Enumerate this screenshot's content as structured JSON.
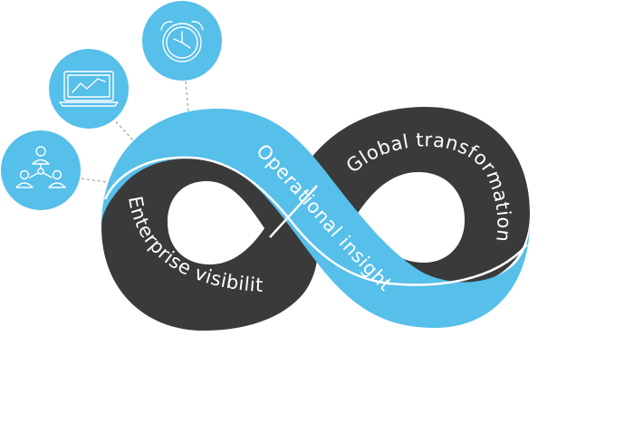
{
  "labels": {
    "enterprise": "Enterprise visibility",
    "operational": "Operational insight",
    "global": "Global transformation"
  },
  "icons": [
    "users-network-icon",
    "laptop-chart-icon",
    "alarm-clock-icon"
  ],
  "colors": {
    "blue": "#56bfea",
    "dark": "#3a3a3a",
    "white": "#ffffff",
    "connector": "#8a8a8a"
  }
}
